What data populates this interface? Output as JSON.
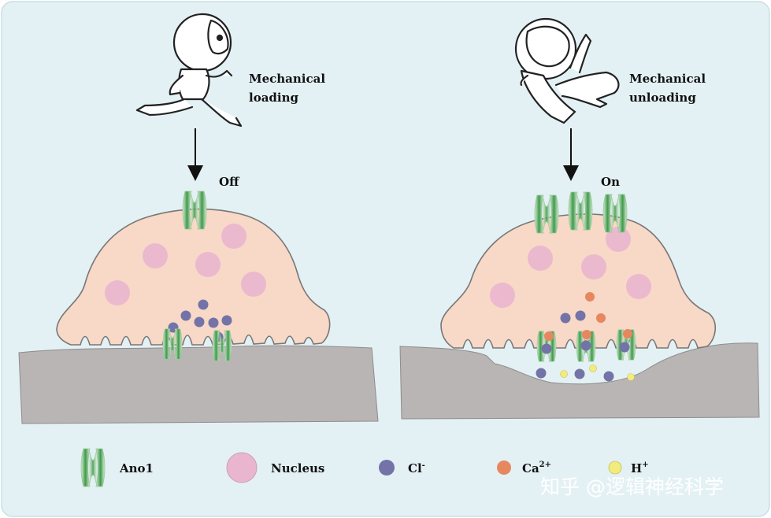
{
  "left_panel": {
    "caption_line1": "Mechanical",
    "caption_line2": "loading",
    "state": "Off"
  },
  "right_panel": {
    "caption_line1": "Mechanical",
    "caption_line2": "unloading",
    "state": "On"
  },
  "legend": {
    "ano1": "Ano1",
    "nucleus": "Nucleus",
    "cl_base": "Cl",
    "cl_sup": "-",
    "ca_base": "Ca",
    "ca_sup": "2+",
    "h_base": "H",
    "h_sup": "+"
  },
  "watermark": "知乎 @逻辑神经科学",
  "colors": {
    "background": "#e3f1f4",
    "cell_fill": "#f8d8c6",
    "cell_stroke": "#777777",
    "nucleus": "#eab6cf",
    "bone": "#b9b5b5",
    "chloride": "#7373a8",
    "calcium": "#e6875f",
    "proton": "#f2ec7c",
    "channel_green": "#3f9a4a"
  }
}
